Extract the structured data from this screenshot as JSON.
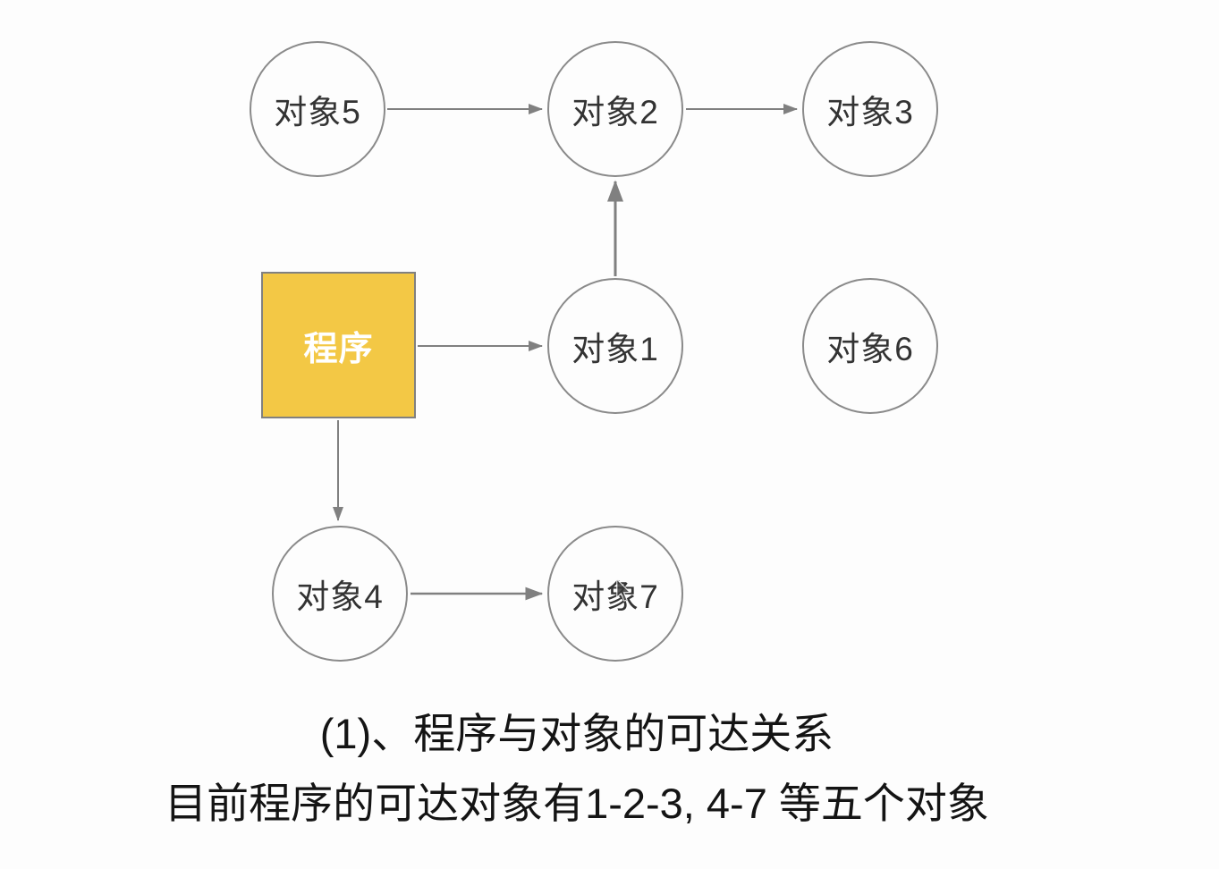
{
  "diagram": {
    "title_context": "GC reachability diagram",
    "colors": {
      "background": "#fdfdfd",
      "node_stroke": "#8a8a8a",
      "arrow": "#808080",
      "node_text": "#333333",
      "program_fill": "#f3c845",
      "program_text": "#ffffff",
      "caption_text": "#141414"
    },
    "nodes": {
      "program": {
        "label": "程序",
        "shape": "square"
      },
      "obj1": {
        "label": "对象1",
        "shape": "circle"
      },
      "obj2": {
        "label": "对象2",
        "shape": "circle"
      },
      "obj3": {
        "label": "对象3",
        "shape": "circle"
      },
      "obj4": {
        "label": "对象4",
        "shape": "circle"
      },
      "obj5": {
        "label": "对象5",
        "shape": "circle"
      },
      "obj6": {
        "label": "对象6",
        "shape": "circle"
      },
      "obj7": {
        "label": "对象7",
        "shape": "circle"
      }
    },
    "edges": [
      {
        "from": "对象5",
        "to": "对象2"
      },
      {
        "from": "对象2",
        "to": "对象3"
      },
      {
        "from": "对象1",
        "to": "对象2"
      },
      {
        "from": "程序",
        "to": "对象1"
      },
      {
        "from": "程序",
        "to": "对象4"
      },
      {
        "from": "对象4",
        "to": "对象7"
      }
    ],
    "caption": {
      "line1": "(1)、程序与对象的可达关系",
      "line2": "目前程序的可达对象有1-2-3, 4-7 等五个对象"
    }
  }
}
